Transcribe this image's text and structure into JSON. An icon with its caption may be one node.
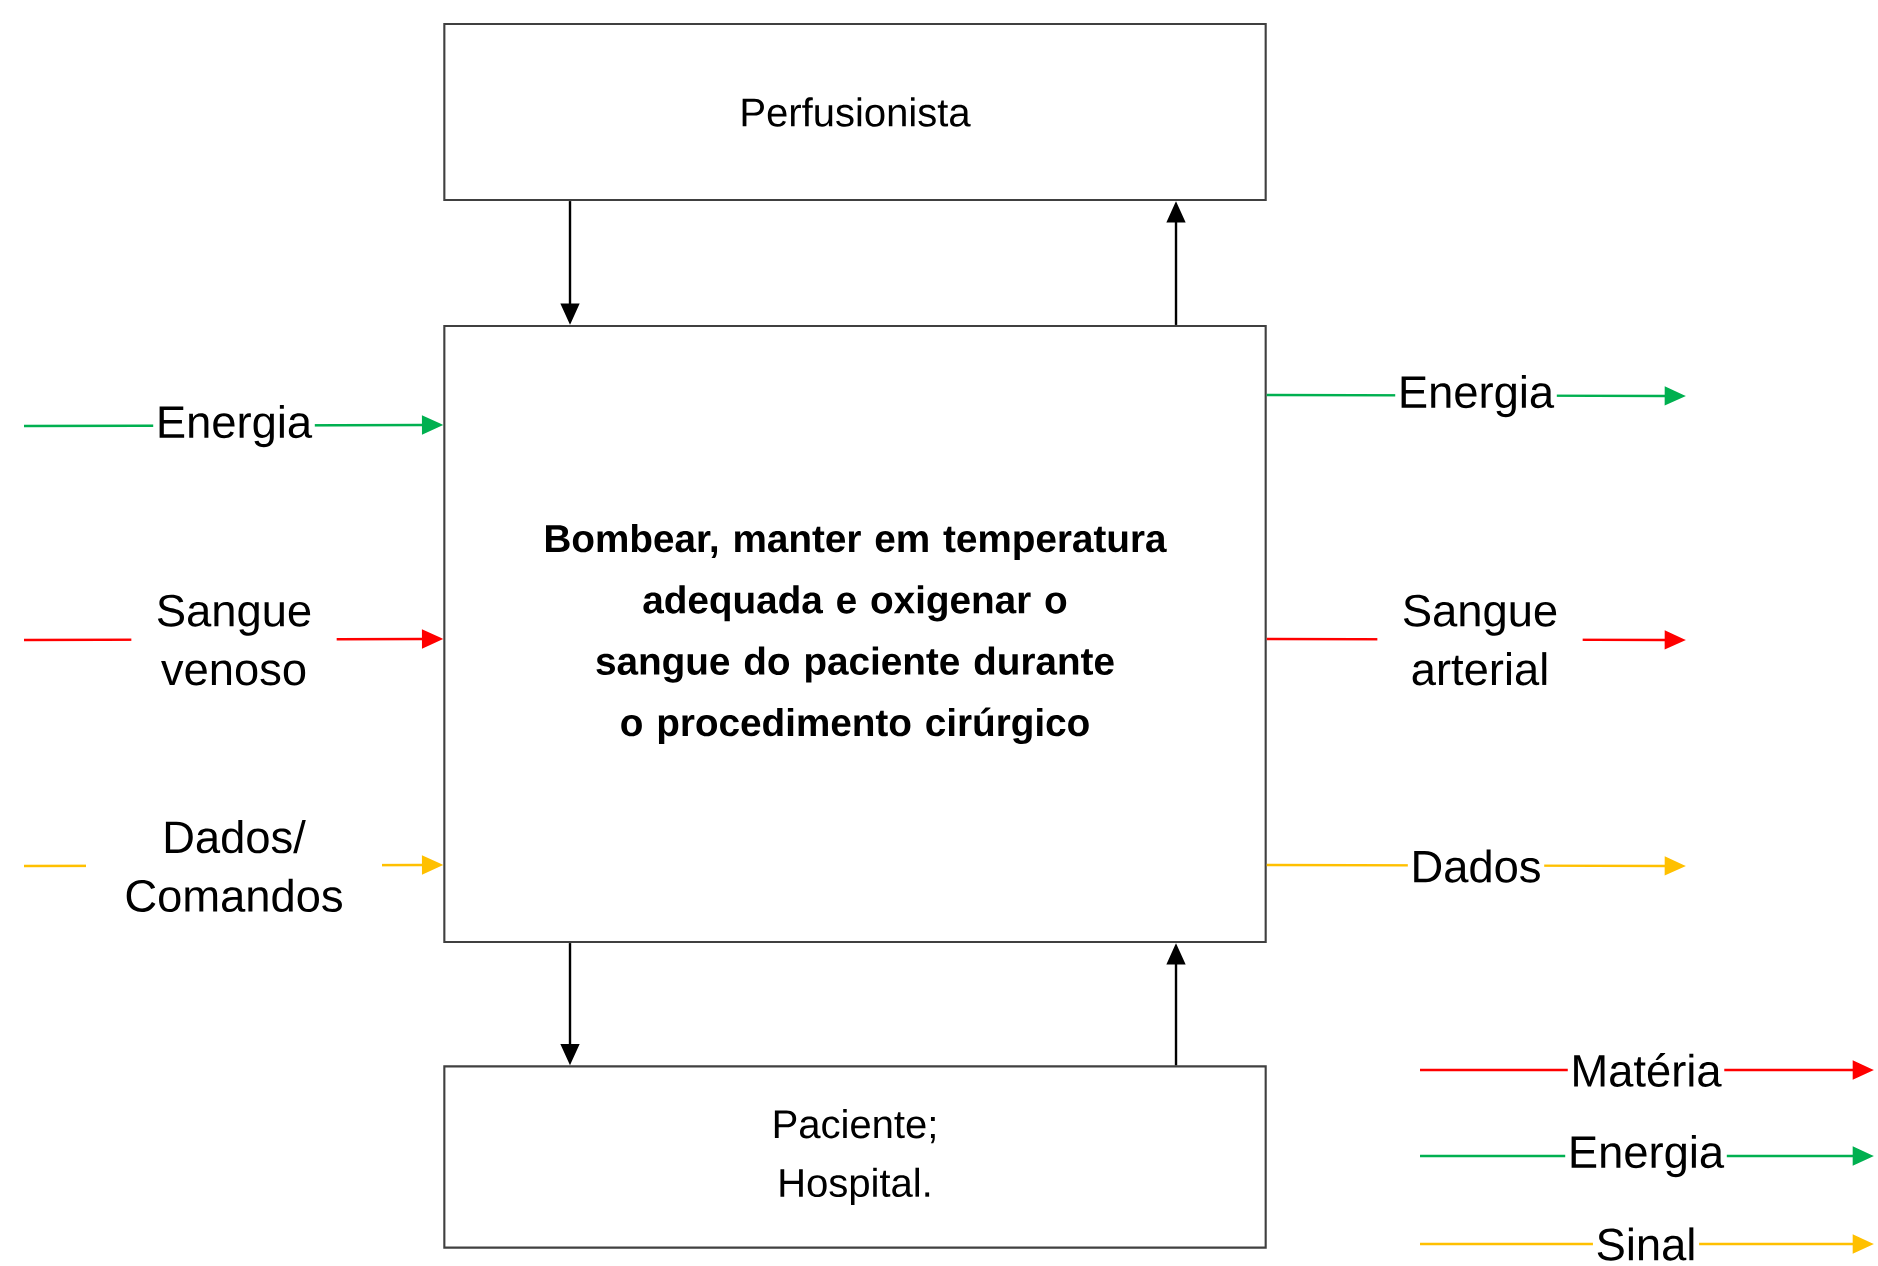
{
  "diagram": {
    "nodes": [
      {
        "text": [
          "Perfusionista"
        ]
      },
      {
        "text": [
          "Bombear, manter em temperatura adequada e oxigenar o sangue do paciente durante o procedimento cirúrgico"
        ]
      },
      {
        "text": [
          "Paciente; Hospital."
        ]
      }
    ],
    "edges": [
      {
        "from": 0,
        "to": 1,
        "arrow": "to"
      },
      {
        "from": 1,
        "to": 0,
        "arrow": "to"
      },
      {
        "from": 1,
        "to": 2,
        "arrow": "to"
      },
      {
        "from": 2,
        "to": 1,
        "arrow": "to"
      },
      {
        "from": null,
        "to": 1,
        "arrow": "to",
        "label": "Energia",
        "color": "#00b050"
      },
      {
        "from": null,
        "to": 1,
        "arrow": "to",
        "label": "Sangue venoso",
        "color": "#ff0000"
      },
      {
        "from": null,
        "to": 1,
        "arrow": "to",
        "label": "Dados/ Comandos",
        "color": "#ffc000"
      },
      {
        "from": 1,
        "to": null,
        "arrow": "to",
        "label": "Energia",
        "color": "#00b050"
      },
      {
        "from": 1,
        "to": null,
        "arrow": "to",
        "label": "Sangue arterial",
        "color": "#ff0000"
      },
      {
        "from": 1,
        "to": null,
        "arrow": "to",
        "label": "Dados",
        "color": "#ffc000"
      }
    ],
    "legend": [
      {
        "text": "Matéria",
        "color": "#ff0000"
      },
      {
        "text": "Energia",
        "color": "#00b050"
      },
      {
        "text": "Sinal",
        "color": "#ffc000"
      }
    ]
  }
}
